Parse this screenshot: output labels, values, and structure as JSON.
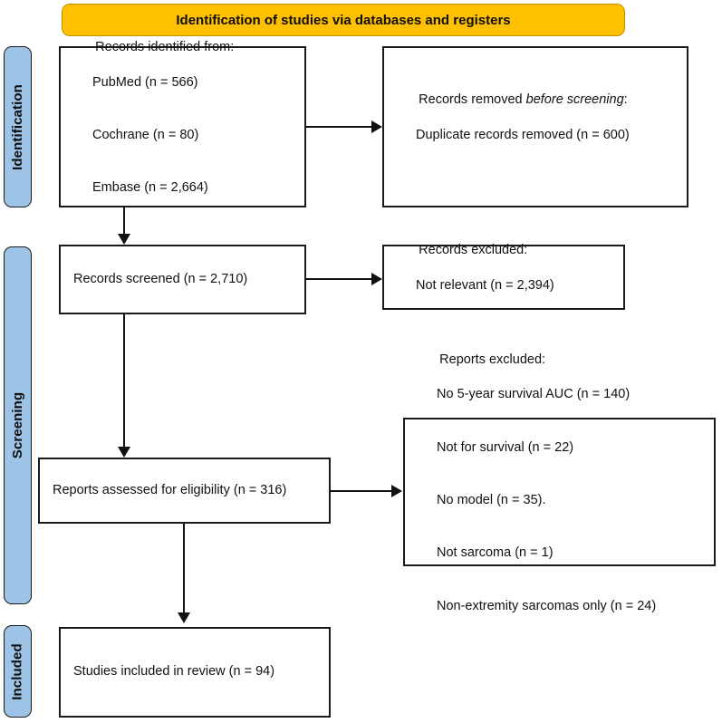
{
  "diagram": {
    "type": "prisma-flow-diagram",
    "header": {
      "title": "Identification of studies via databases and registers",
      "color": "#FFC000"
    },
    "phases": [
      {
        "id": "identification",
        "label": "Identification",
        "color": "#9DC3E6"
      },
      {
        "id": "screening",
        "label": "Screening",
        "color": "#9DC3E6"
      },
      {
        "id": "included",
        "label": "Included",
        "color": "#9DC3E6"
      }
    ],
    "boxes": {
      "records_identified": {
        "heading": "Records identified from:",
        "items": [
          "PubMed (n = 566)",
          "Cochrane (n = 80)",
          "Embase (n = 2,664)"
        ]
      },
      "records_removed": {
        "heading_prefix": "Records removed ",
        "heading_italic": "before screening",
        "heading_suffix": ":",
        "items": [
          "Duplicate records removed (n = 600)"
        ]
      },
      "records_screened": {
        "text": "Records screened (n = 2,710)"
      },
      "records_excluded": {
        "heading": "Records excluded:",
        "items": [
          "Not relevant (n = 2,394)"
        ]
      },
      "reports_assessed": {
        "text": "Reports assessed for eligibility (n = 316)"
      },
      "reports_excluded": {
        "heading": "Reports excluded:",
        "items": [
          "No 5-year survival AUC (n = 140)",
          "Not for survival (n = 22)",
          "No model (n = 35).",
          "Not sarcoma (n = 1)",
          "Non-extremity sarcomas only (n = 24)"
        ]
      },
      "studies_included": {
        "text": "Studies included in review (n = 94)"
      }
    },
    "counts": {
      "pubmed": 566,
      "cochrane": 80,
      "embase": 2664,
      "duplicates_removed": 600,
      "records_screened": 2710,
      "not_relevant_excluded": 2394,
      "reports_assessed": 316,
      "excluded_no_5y_auc": 140,
      "excluded_not_for_survival": 22,
      "excluded_no_model": 35,
      "excluded_not_sarcoma": 1,
      "excluded_non_extremity": 24,
      "studies_included": 94
    }
  }
}
